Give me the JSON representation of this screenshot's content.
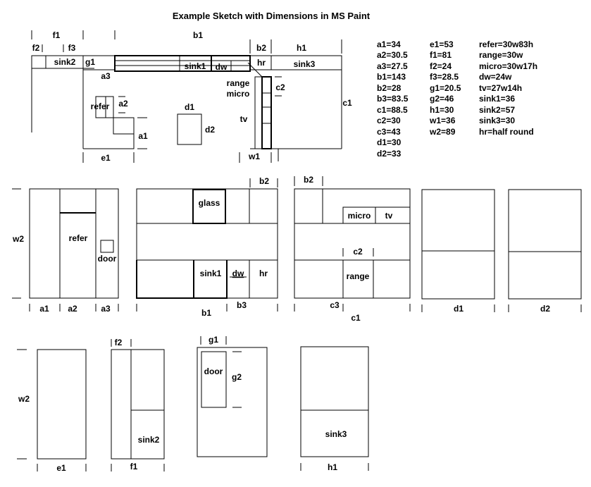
{
  "title": "Example Sketch with Dimensions in MS Paint",
  "plan": {
    "f1": "f1",
    "b1": "b1",
    "f2": "f2",
    "f3": "f3",
    "b2": "b2",
    "h1": "h1",
    "sink2": "sink2",
    "g1": "g1",
    "sink1": "sink1",
    "dw": "dw",
    "hr": "hr",
    "sink3": "sink3",
    "a3": "a3",
    "range": "range",
    "micro": "micro",
    "c2": "c2",
    "c1": "c1",
    "refer": "refer",
    "a2": "a2",
    "d1": "d1",
    "d2": "d2",
    "tv": "tv",
    "a1": "a1",
    "e1": "e1",
    "w1": "w1"
  },
  "dimensions": {
    "col1": [
      "a1=34",
      "a2=30.5",
      "a3=27.5",
      "b1=143",
      "b2=28",
      "b3=83.5",
      "c1=88.5",
      "c2=30",
      "c3=43",
      "d1=30",
      "d2=33"
    ],
    "col2": [
      "e1=53",
      "f1=81",
      "f2=24",
      "f3=28.5",
      "g1=20.5",
      "g2=46",
      "h1=30",
      "w1=36",
      "w2=89"
    ],
    "col3": [
      "refer=30w83h",
      "range=30w",
      "micro=30w17h",
      "dw=24w",
      "tv=27w14h",
      "sink1=36",
      "sink2=57",
      "sink3=30",
      "hr=half round"
    ]
  },
  "elev_a": {
    "w2": "w2",
    "refer": "refer",
    "door": "door",
    "a1": "a1",
    "a2": "a2",
    "a3": "a3"
  },
  "elev_b": {
    "b2": "b2",
    "glass": "glass",
    "sink1": "sink1",
    "dw": "dw",
    "hr": "hr",
    "b1": "b1",
    "b3": "b3"
  },
  "elev_c": {
    "b2": "b2",
    "micro": "micro",
    "tv": "tv",
    "c2": "c2",
    "range": "range",
    "c3": "c3",
    "c1": "c1"
  },
  "elev_d": {
    "d1": "d1",
    "d2": "d2"
  },
  "elev_lower": {
    "w2": "w2",
    "e1": "e1",
    "f2": "f2",
    "f1": "f1",
    "sink2": "sink2",
    "g1": "g1",
    "door": "door",
    "g2": "g2",
    "sink3": "sink3",
    "h1": "h1"
  }
}
